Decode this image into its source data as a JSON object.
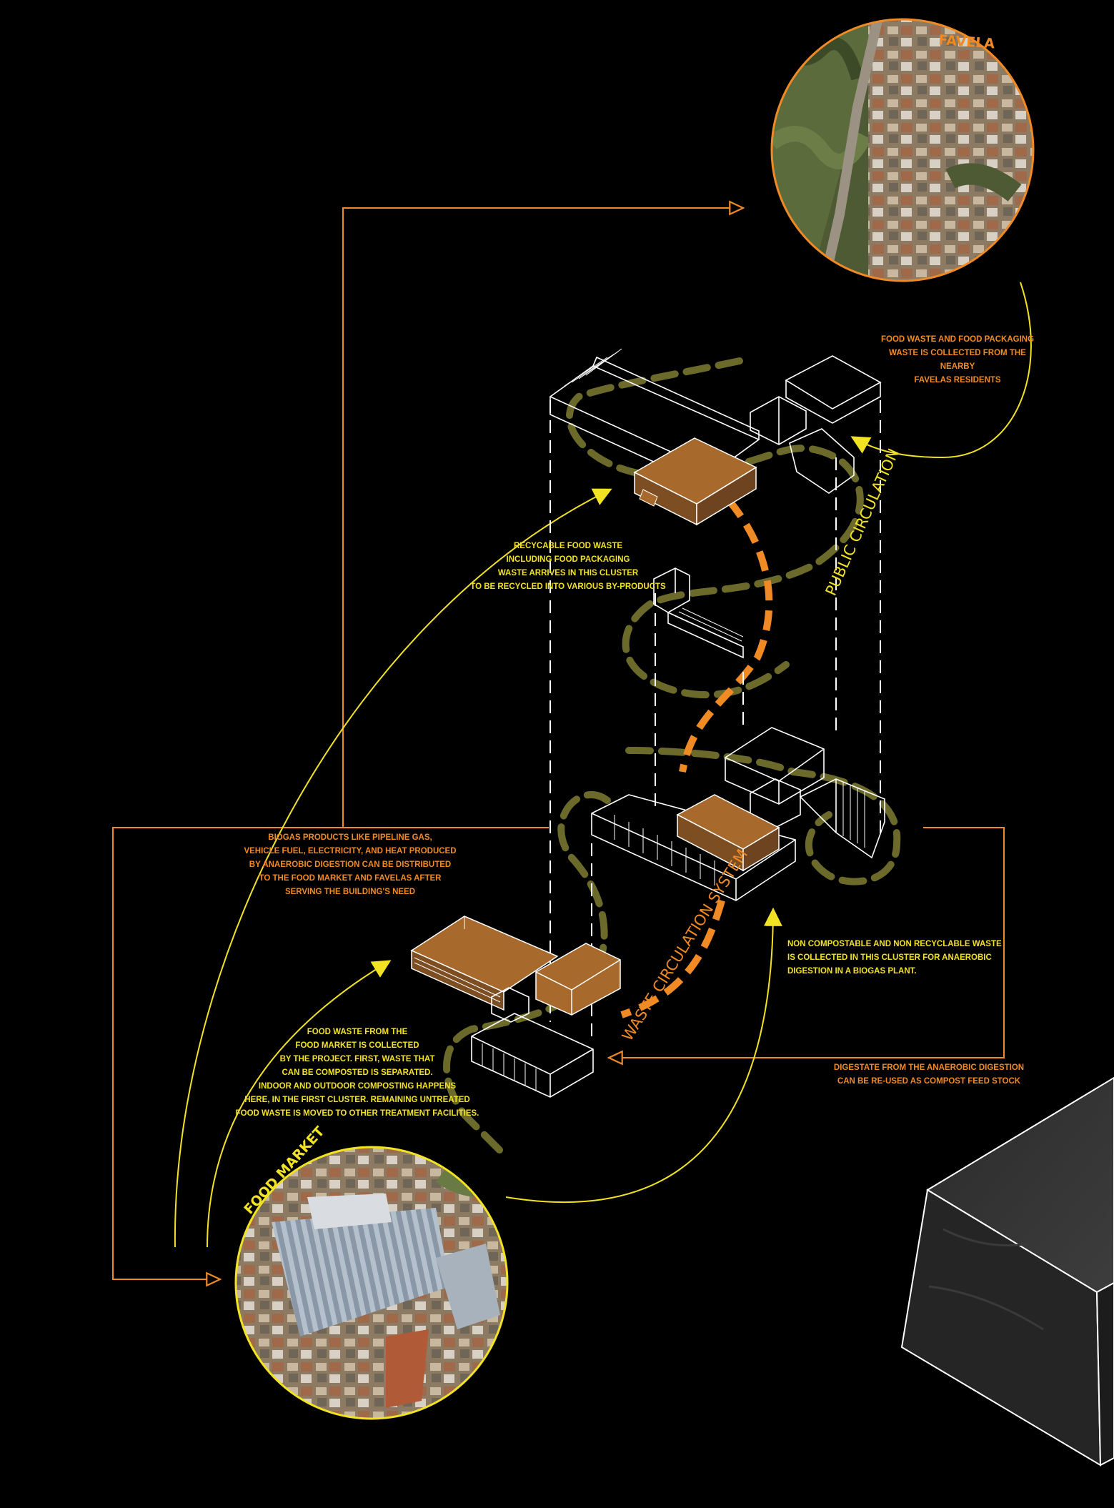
{
  "titles": {
    "favela": "FAVELA",
    "food_market": "FOOD MARKET"
  },
  "labels": {
    "public_circulation": "PUBLIC CIRCULATION",
    "waste_circulation": "WASTE CIRCULATION SYSTEM"
  },
  "notes": {
    "favela_collection": "FOOD WASTE AND FOOD PACKAGING\nWASTE IS COLLECTED FROM THE NEARBY\nFAVELAS RESIDENTS",
    "recyclable": "RECYCABLE FOOD WASTE\nINCLUDING FOOD PACKAGING\nWASTE ARRIVES IN THIS CLUSTER\nTO BE RECYCLED INTO VARIOUS BY-PRODUCTS",
    "biogas": "BIOGAS PRODUCTS LIKE PIPELINE GAS,\nVEHICLE FUEL, ELECTRICITY, AND HEAT PRODUCED\nBY ANAEROBIC DIGESTION CAN BE DISTRIBUTED\nTO THE FOOD MARKET AND FAVELAS AFTER\nSERVING THE BUILDING'S NEED",
    "non_compostable": "NON COMPOSTABLE AND NON RECYCLABLE WASTE\nIS COLLECTED IN THIS CLUSTER FOR ANAEROBIC\nDIGESTION IN A BIOGAS PLANT.",
    "food_market_waste": "FOOD WASTE FROM THE\nFOOD MARKET IS COLLECTED\nBY THE PROJECT. FIRST, WASTE THAT\nCAN BE COMPOSTED IS SEPARATED.\nINDOOR AND OUTDOOR COMPOSTING HAPPENS\nHERE, IN THE FIRST CLUSTER. REMAINING UNTREATED\nFOOD WASTE IS MOVED TO OTHER TREATMENT FACILITIES.",
    "digestate": "DIGESTATE FROM THE ANAEROBIC DIGESTION\nCAN BE RE-USED AS COMPOST FEED STOCK"
  },
  "colors": {
    "yellow": "#f2e224",
    "orange": "#f08a24",
    "building_fill": "#a8692c",
    "olive_dash": "#6b6a2a",
    "white": "#ffffff"
  }
}
